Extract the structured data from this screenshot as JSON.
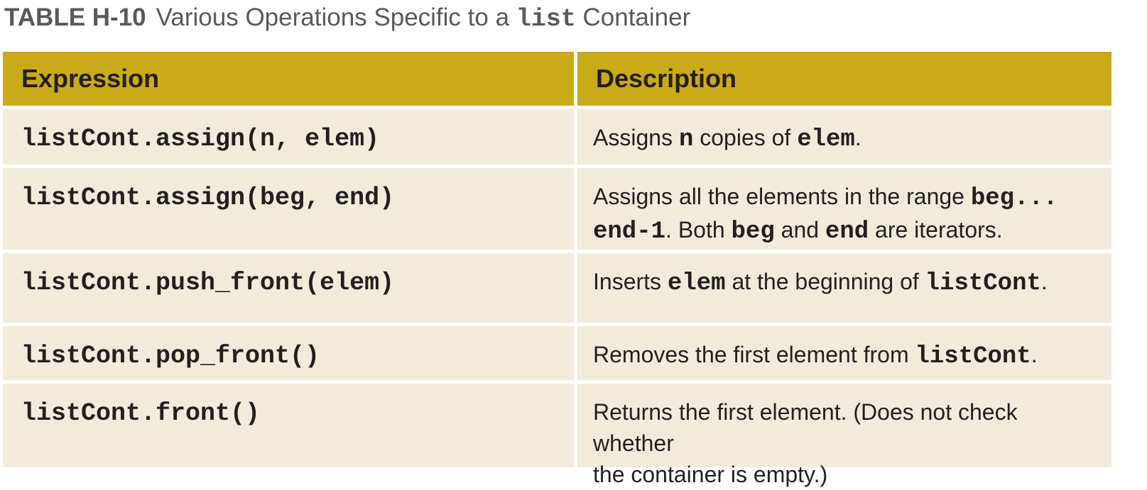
{
  "caption": {
    "label": "TABLE H-10",
    "text_before": "Various Operations Specific to a ",
    "code": "list",
    "text_after": " Container"
  },
  "table": {
    "headers": [
      "Expression",
      "Description"
    ],
    "rows": [
      {
        "expression": "listCont.assign(n, elem)",
        "description": [
          {
            "t": "Assigns "
          },
          {
            "c": "n"
          },
          {
            "t": " copies of "
          },
          {
            "c": "elem"
          },
          {
            "t": "."
          }
        ]
      },
      {
        "expression": "listCont.assign(beg, end)",
        "description": [
          {
            "t": "Assigns all the elements in the range "
          },
          {
            "c": "beg..."
          },
          {
            "br": true
          },
          {
            "c": "end-1"
          },
          {
            "t": ". Both "
          },
          {
            "c": "beg"
          },
          {
            "t": " and "
          },
          {
            "c": "end"
          },
          {
            "t": " are iterators."
          }
        ]
      },
      {
        "expression": "listCont.push_front(elem)",
        "description": [
          {
            "t": "Inserts "
          },
          {
            "c": "elem"
          },
          {
            "t": " at the beginning of "
          },
          {
            "c": "listCont"
          },
          {
            "t": "."
          }
        ]
      },
      {
        "expression": "listCont.pop_front()",
        "description": [
          {
            "t": "Removes the first element from "
          },
          {
            "c": "listCont"
          },
          {
            "t": "."
          }
        ]
      },
      {
        "expression": "listCont.front()",
        "description": [
          {
            "t": "Returns the first element. (Does not check whether"
          },
          {
            "br": true
          },
          {
            "t": "the container is empty.)"
          }
        ]
      }
    ]
  },
  "colors": {
    "header_bg": "#c9aa18",
    "cell_bg": "#f2ebdc",
    "caption_text": "#58595b",
    "body_text": "#231f20"
  }
}
